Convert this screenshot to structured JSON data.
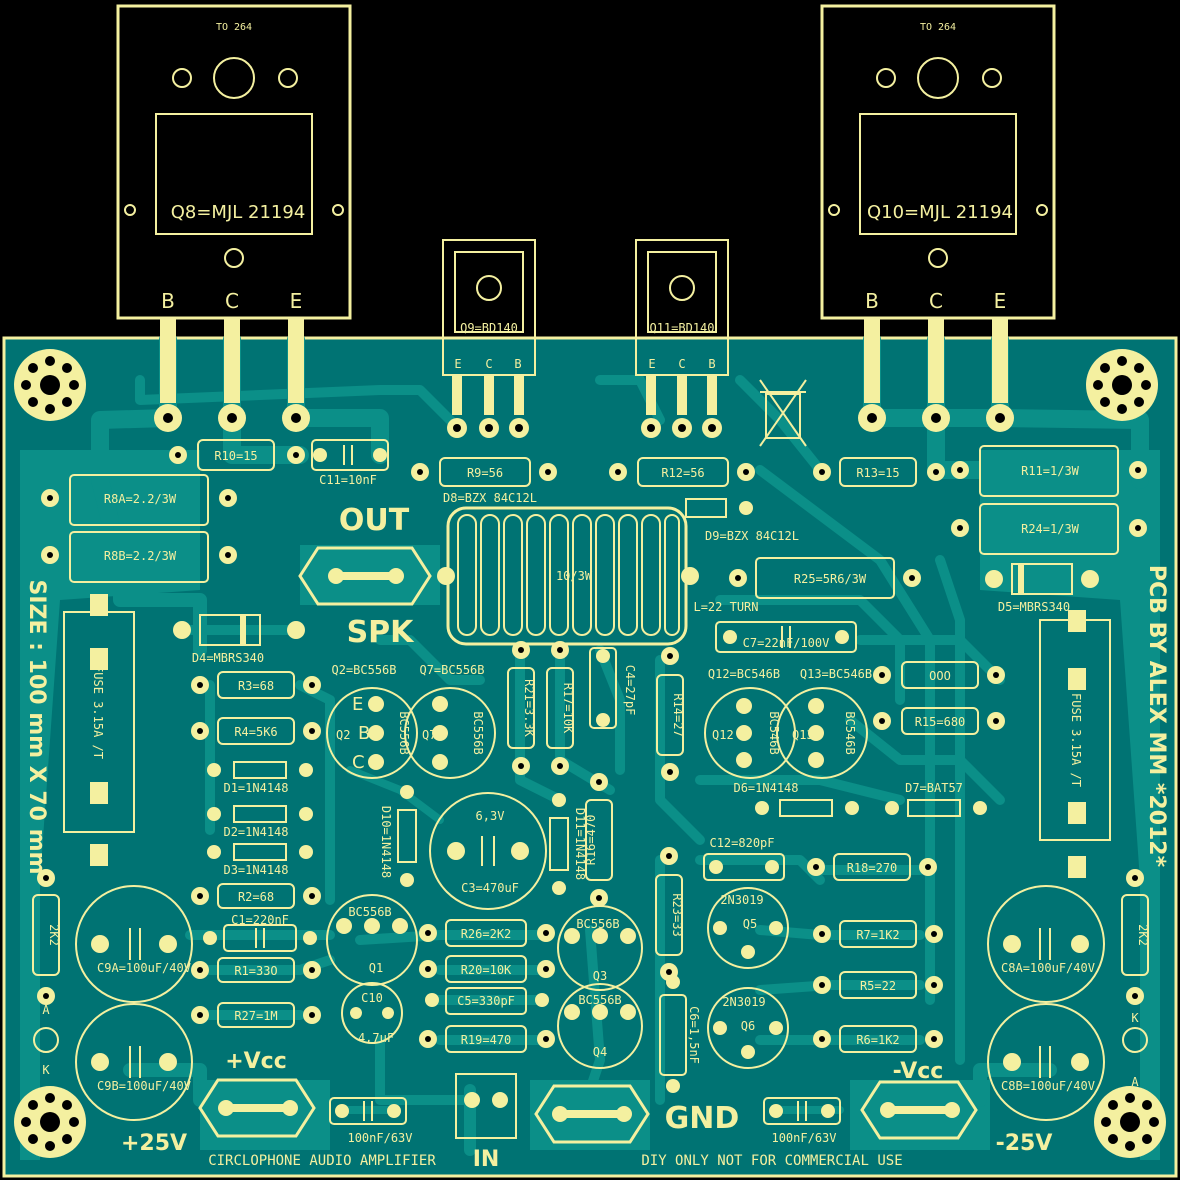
{
  "colors": {
    "board": "#007373",
    "copper": "#0b8f88",
    "silk": "#f4f0a0",
    "background": "#000000"
  },
  "power_transistors": [
    {
      "package": "TO 264",
      "part": "Q8=MJL 21194",
      "pins": [
        "B",
        "C",
        "E"
      ]
    },
    {
      "package": "TO 264",
      "part": "Q10=MJL 21194",
      "pins": [
        "B",
        "C",
        "E"
      ]
    }
  ],
  "driver_transistors": [
    {
      "part": "Q9=BD140",
      "pins": [
        "E",
        "C",
        "B"
      ]
    },
    {
      "part": "Q11=BD140",
      "pins": [
        "E",
        "C",
        "B"
      ]
    }
  ],
  "resistors": [
    {
      "label": "R10=15"
    },
    {
      "label": "R9=56"
    },
    {
      "label": "R12=56"
    },
    {
      "label": "R13=15"
    },
    {
      "label": "R8A=2.2/3W"
    },
    {
      "label": "R8B=2.2/3W"
    },
    {
      "label": "R11=1/3W"
    },
    {
      "label": "R24=1/3W"
    },
    {
      "label": "R25=5R6/3W"
    },
    {
      "label": "R3=68"
    },
    {
      "label": "R4=5K6"
    },
    {
      "label": "R2=68"
    },
    {
      "label": "R1=33O"
    },
    {
      "label": "R27=1M"
    },
    {
      "label": "R21=3.3K"
    },
    {
      "label": "R17=10K"
    },
    {
      "label": "R14=27"
    },
    {
      "label": "R15=680"
    },
    {
      "label": "R16=470"
    },
    {
      "label": "R18=270"
    },
    {
      "label": "R23=33"
    },
    {
      "label": "R26=2K2"
    },
    {
      "label": "R20=10K"
    },
    {
      "label": "R19=470"
    },
    {
      "label": "R7=1K2"
    },
    {
      "label": "R5=22"
    },
    {
      "label": "R6=1K2"
    },
    {
      "label": "2K2"
    },
    {
      "label": "2K2"
    },
    {
      "label": "OOO"
    }
  ],
  "capacitors": [
    {
      "label": "C11=10nF"
    },
    {
      "label": "C7=22nF/100V"
    },
    {
      "label": "C4=27pF"
    },
    {
      "label": "C1=220nF"
    },
    {
      "label": "C3=470uF"
    },
    {
      "label": "6,3V"
    },
    {
      "label": "C5=330pF"
    },
    {
      "label": "C10"
    },
    {
      "label": "4,7uF"
    },
    {
      "label": "C6=1,5nF"
    },
    {
      "label": "C12=820pF"
    },
    {
      "label": "C9A=100uF/40V"
    },
    {
      "label": "C9B=100uF/40V"
    },
    {
      "label": "C8A=100uF/40V"
    },
    {
      "label": "C8B=100uF/40V"
    },
    {
      "label": "100nF/63V"
    },
    {
      "label": "100nF/63V"
    }
  ],
  "diodes": [
    {
      "label": "D8=BZX 84C12L"
    },
    {
      "label": "D9=BZX 84C12L"
    },
    {
      "label": "D4=MBRS340"
    },
    {
      "label": "D5=MBRS340"
    },
    {
      "label": "D1=1N4148"
    },
    {
      "label": "D2=1N4148"
    },
    {
      "label": "D3=1N4148"
    },
    {
      "label": "D6=1N4148"
    },
    {
      "label": "D7=BAT57"
    },
    {
      "label": "D10=1N4148"
    },
    {
      "label": "D11=1N4148"
    }
  ],
  "small_transistors": [
    {
      "part": "Q2=BC556B",
      "ref": "Q2",
      "side": "BC556B"
    },
    {
      "part": "Q7=BC556B",
      "ref": "Q7",
      "side": "BC556B"
    },
    {
      "part": "Q12=BC546B",
      "ref": "Q12",
      "side": "BC546B"
    },
    {
      "part": "Q13=BC546B",
      "ref": "Q13",
      "side": "BC546B"
    },
    {
      "part": "BC556B",
      "ref": "Q1"
    },
    {
      "part": "BC556B",
      "ref": "Q3"
    },
    {
      "part": "BC556B",
      "ref": "Q4"
    },
    {
      "part": "2N3019",
      "ref": "Q5"
    },
    {
      "part": "2N3019",
      "ref": "Q6"
    }
  ],
  "pin_letters": {
    "e": "E",
    "b": "B",
    "c": "C"
  },
  "coil": {
    "label": "10/3W",
    "turns": "L=22 TURN"
  },
  "fuses": [
    {
      "label": "FUSE 3.15A /T"
    },
    {
      "label": "FUSE 3.15A /T"
    }
  ],
  "ak": {
    "a": "A",
    "k": "K"
  },
  "labels": {
    "out": "OUT",
    "spk": "SPK",
    "gnd": "GND",
    "in": "IN",
    "vcc_pos": "+Vcc",
    "vcc_neg": "-Vcc",
    "v_pos": "+25V",
    "v_neg": "-25V",
    "size": "SIZE : 100 mm X 70 mm",
    "credit": "PCB BY ALEX MM *2012*",
    "bottom_left": "CIRCLOPHONE AUDIO AMPLIFIER",
    "bottom_right": "DIY ONLY NOT FOR COMMERCIAL USE"
  }
}
